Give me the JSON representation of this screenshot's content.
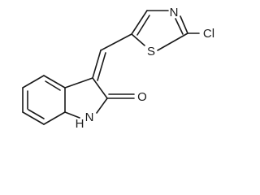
{
  "atoms": {
    "n_thiazole": "N",
    "s_thiazole": "S",
    "cl": "Cl",
    "o_carbonyl": "O",
    "nh_lactam": "H\nN"
  },
  "colors": {
    "bond": "#1a1a1a",
    "background": "#ffffff"
  }
}
